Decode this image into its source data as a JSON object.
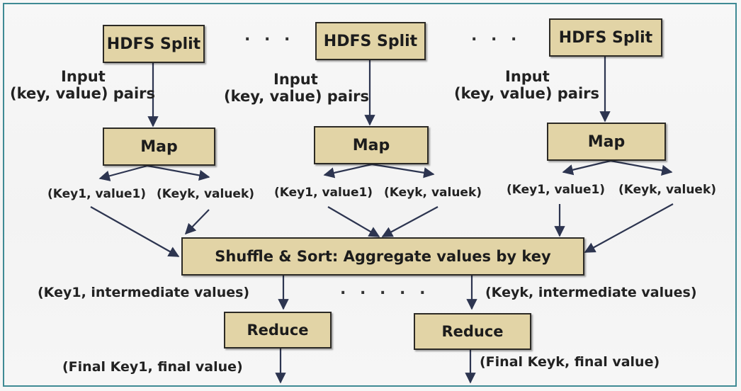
{
  "splits": [
    {
      "label": "HDFS Split"
    },
    {
      "label": "HDFS Split"
    },
    {
      "label": "HDFS Split"
    }
  ],
  "split_ellipsis": ". . .",
  "input_labels": [
    {
      "line1": "Input",
      "line2": "(key, value) pairs"
    },
    {
      "line1": "Input",
      "line2": "(key, value) pairs"
    },
    {
      "line1": "Input",
      "line2": "(key, value) pairs"
    }
  ],
  "maps": [
    {
      "label": "Map"
    },
    {
      "label": "Map"
    },
    {
      "label": "Map"
    }
  ],
  "map_outputs": [
    {
      "left": "(Key1, value1)",
      "right": "(Keyk, valuek)"
    },
    {
      "left": "(Key1, value1)",
      "right": "(Keyk, valuek)"
    },
    {
      "left": "(Key1, value1)",
      "right": "(Keyk, valuek)"
    }
  ],
  "shuffle": {
    "label": "Shuffle & Sort: Aggregate values by key"
  },
  "intermediate": {
    "left": "(Key1, intermediate values)",
    "ellipsis": ". . . . .",
    "right": "(Keyk, intermediate values)"
  },
  "reduces": [
    {
      "label": "Reduce"
    },
    {
      "label": "Reduce"
    }
  ],
  "finals": {
    "left": "(Final Key1, final value)",
    "right": "(Final Keyk, final value)"
  }
}
